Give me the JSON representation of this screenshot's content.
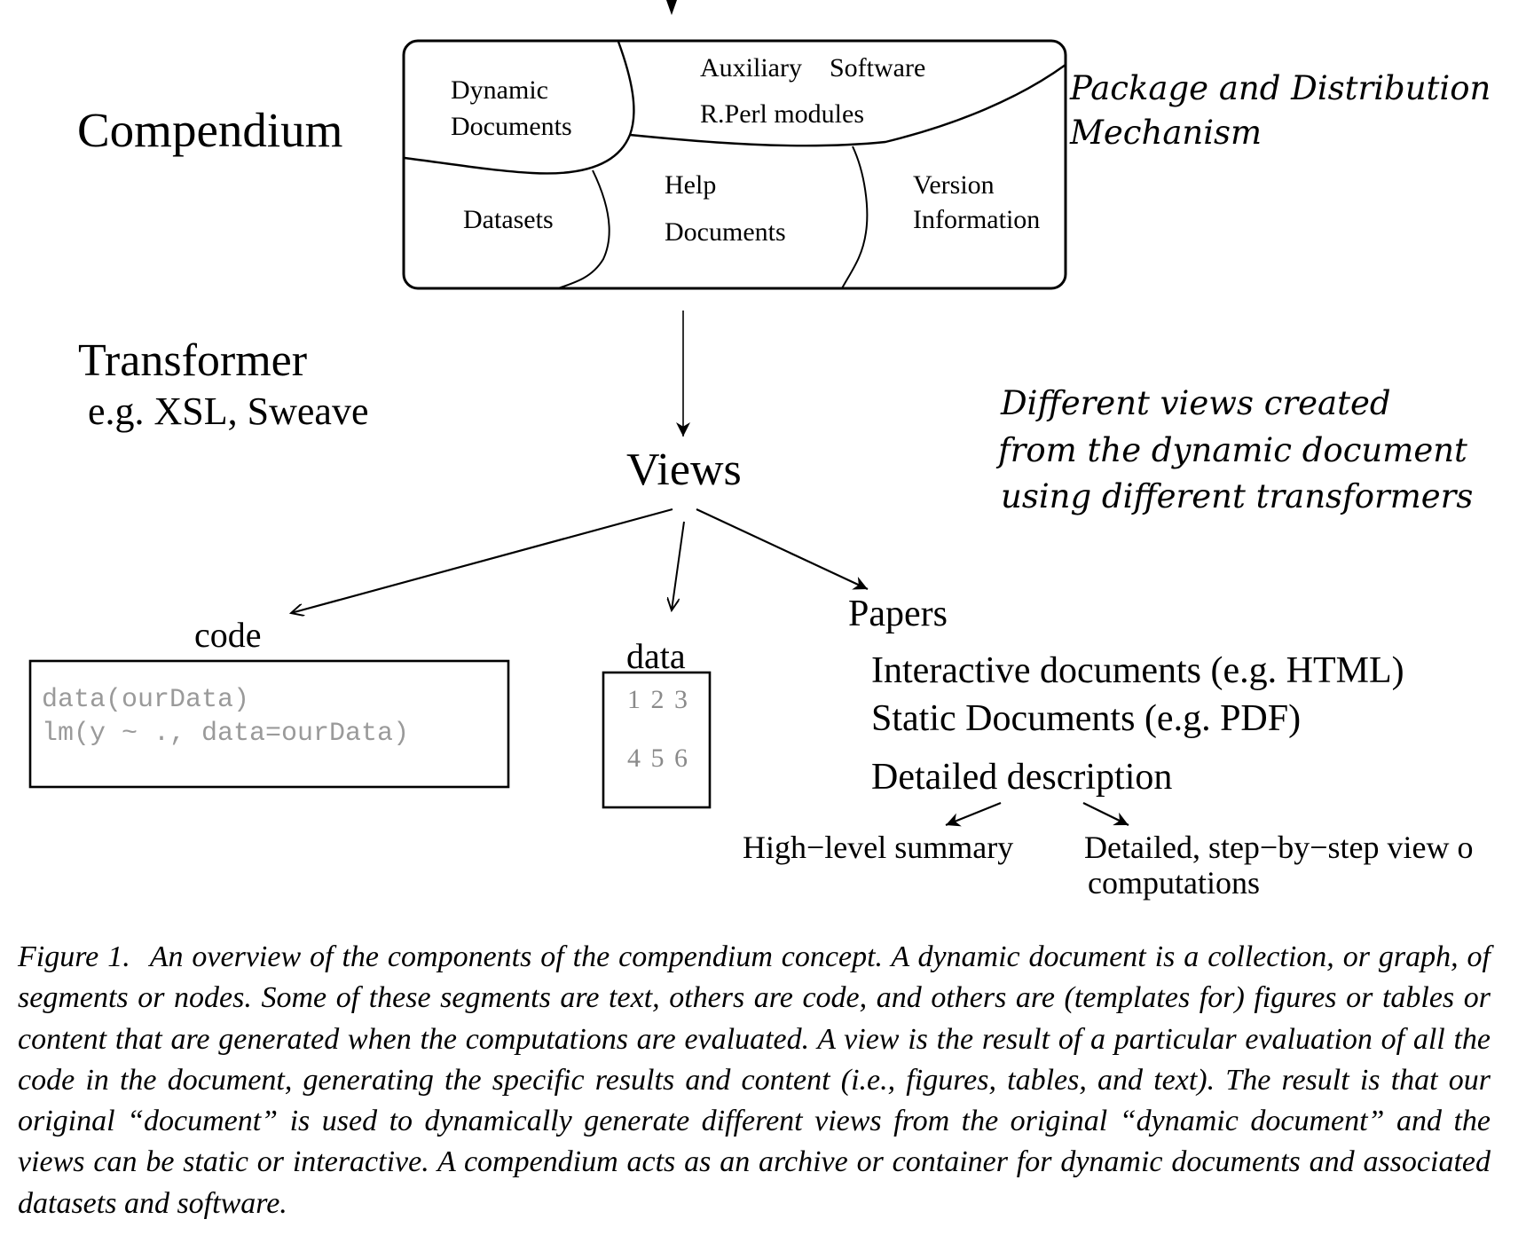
{
  "diagram": {
    "compendium_label": "Compendium",
    "transformer_label": "Transformer",
    "transformer_examples": "e.g. XSL, Sweave",
    "package_note": [
      "Package and Distribution",
      "Mechanism"
    ],
    "compendium_box": {
      "dynamic_documents": [
        "Dynamic",
        "Documents"
      ],
      "auxiliary_software": [
        "Auxiliary",
        "Software"
      ],
      "auxiliary_modules": "R.Perl modules",
      "datasets": "Datasets",
      "help_documents": [
        "Help",
        "Documents"
      ],
      "version_information": [
        "Version",
        "Information"
      ]
    },
    "views_label": "Views",
    "views_note": [
      "Different views created",
      "from the dynamic document",
      "using different transformers"
    ],
    "code_view": {
      "label": "code",
      "lines": [
        "data(ourData)",
        "lm(y ~ ., data=ourData)"
      ]
    },
    "data_view": {
      "label": "data",
      "rows": [
        "1 2 3",
        "4 5 6"
      ]
    },
    "papers_view": {
      "label": "Papers",
      "items": [
        "Interactive documents (e.g. HTML)",
        "Static Documents (e.g. PDF)",
        "Detailed description"
      ],
      "detail_children": {
        "left": "High−level summary",
        "right": [
          "Detailed, step−by−step view o",
          "computations"
        ]
      }
    }
  },
  "caption": {
    "figure_number": "Figure 1.",
    "text": "An overview of the components of the compendium concept. A dynamic document is a collection, or graph, of segments or nodes. Some of these segments are text, others are code, and others are (templates for) figures or tables or content that are generated when the computations are evaluated. A view is the result of a particular evaluation of all the code in the document, generating the specific results and content (i.e., figures, tables, and text). The result is that our original “document” is used to dynamically generate different views from the original “dynamic document” and the views can be static or interactive. A compendium acts as an archive or container for dynamic documents and associated datasets and software."
  }
}
